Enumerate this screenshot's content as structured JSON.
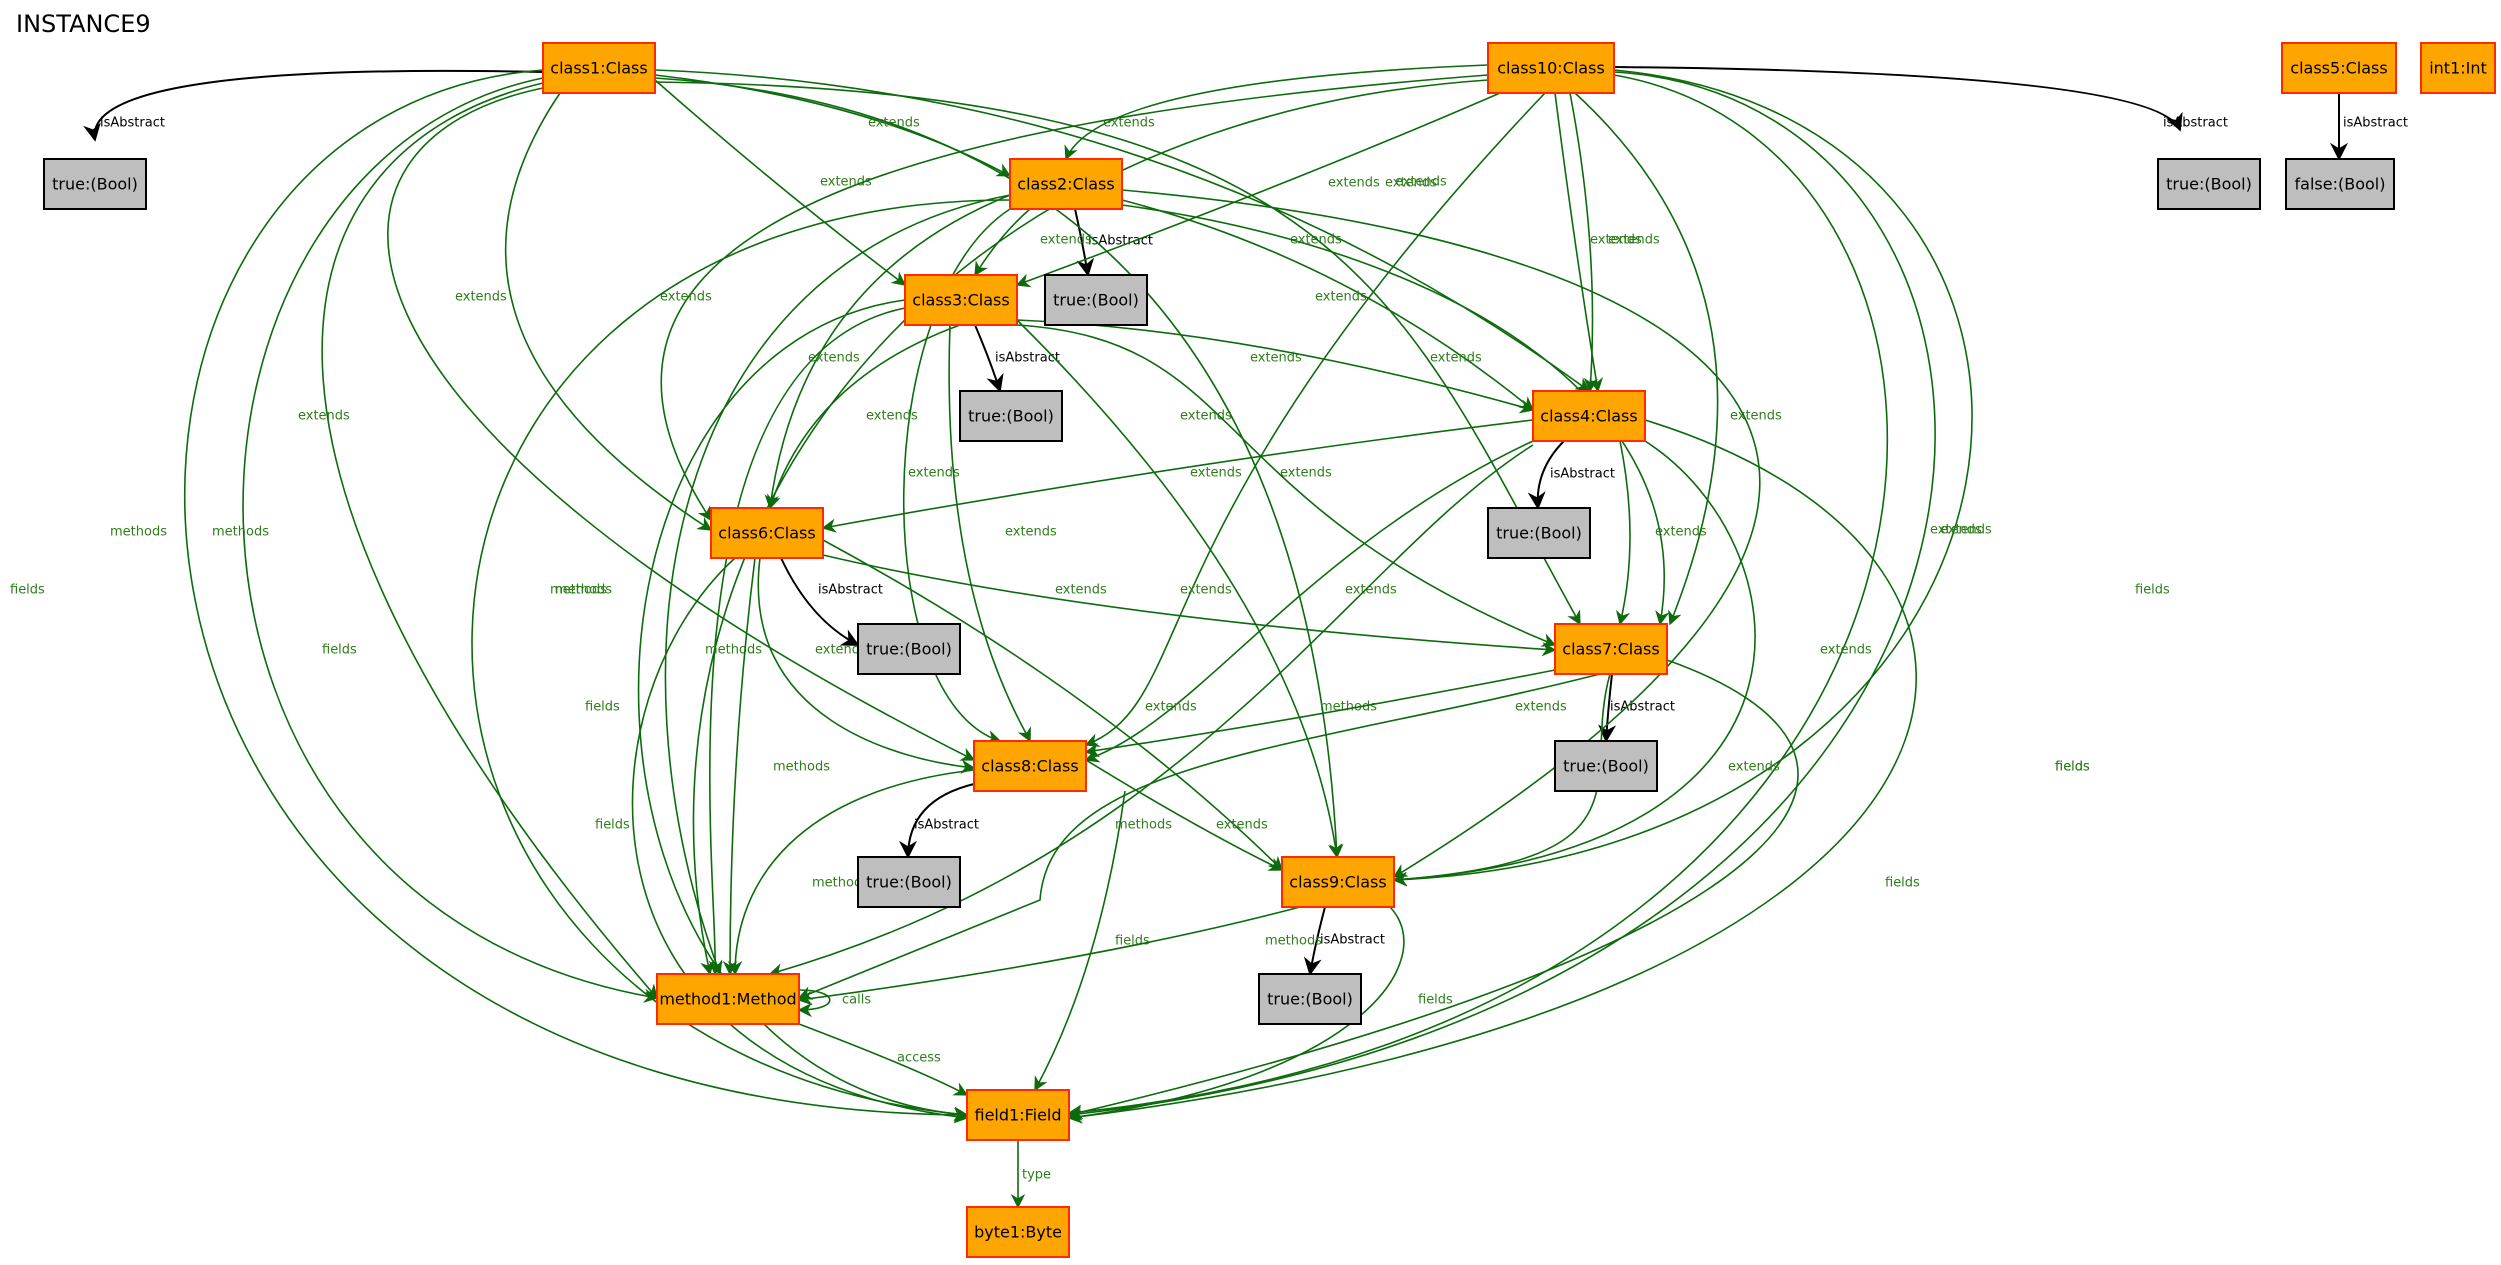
{
  "title": "INSTANCE9",
  "colors": {
    "class_fill": "#FFA500",
    "class_stroke": "#FF2A00",
    "value_fill": "#BEBEBE",
    "value_stroke": "#000000",
    "edge_green": "#0D6B0D",
    "label_green": "#2E7D1A",
    "edge_black": "#000000"
  },
  "nodes": [
    {
      "id": "class1",
      "label": "class1:Class",
      "kind": "class"
    },
    {
      "id": "class10",
      "label": "class10:Class",
      "kind": "class"
    },
    {
      "id": "class5",
      "label": "class5:Class",
      "kind": "class"
    },
    {
      "id": "int1",
      "label": "int1:Int",
      "kind": "class"
    },
    {
      "id": "b_c1",
      "label": "true:(Bool)",
      "kind": "value"
    },
    {
      "id": "class2",
      "label": "class2:Class",
      "kind": "class"
    },
    {
      "id": "b_c10",
      "label": "true:(Bool)",
      "kind": "value"
    },
    {
      "id": "b_c5",
      "label": "false:(Bool)",
      "kind": "value"
    },
    {
      "id": "class3",
      "label": "class3:Class",
      "kind": "class"
    },
    {
      "id": "b_c2",
      "label": "true:(Bool)",
      "kind": "value"
    },
    {
      "id": "b_c3",
      "label": "true:(Bool)",
      "kind": "value"
    },
    {
      "id": "class4",
      "label": "class4:Class",
      "kind": "class"
    },
    {
      "id": "b_c4",
      "label": "true:(Bool)",
      "kind": "value"
    },
    {
      "id": "class6",
      "label": "class6:Class",
      "kind": "class"
    },
    {
      "id": "b_c6",
      "label": "true:(Bool)",
      "kind": "value"
    },
    {
      "id": "class7",
      "label": "class7:Class",
      "kind": "class"
    },
    {
      "id": "class8",
      "label": "class8:Class",
      "kind": "class"
    },
    {
      "id": "b_c7",
      "label": "true:(Bool)",
      "kind": "value"
    },
    {
      "id": "b_c8",
      "label": "true:(Bool)",
      "kind": "value"
    },
    {
      "id": "class9",
      "label": "class9:Class",
      "kind": "class"
    },
    {
      "id": "b_c9",
      "label": "true:(Bool)",
      "kind": "value"
    },
    {
      "id": "method1",
      "label": "method1:Method",
      "kind": "class"
    },
    {
      "id": "field1",
      "label": "field1:Field",
      "kind": "class"
    },
    {
      "id": "byte1",
      "label": "byte1:Byte",
      "kind": "class"
    }
  ],
  "edges": [
    {
      "from": "class1",
      "to": "b_c1",
      "label": "isAbstract"
    },
    {
      "from": "class10",
      "to": "b_c10",
      "label": "isAbstract"
    },
    {
      "from": "class5",
      "to": "b_c5",
      "label": "isAbstract"
    },
    {
      "from": "class2",
      "to": "b_c2",
      "label": "isAbstract"
    },
    {
      "from": "class3",
      "to": "b_c3",
      "label": "isAbstract"
    },
    {
      "from": "class4",
      "to": "b_c4",
      "label": "isAbstract"
    },
    {
      "from": "class6",
      "to": "b_c6",
      "label": "isAbstract"
    },
    {
      "from": "class7",
      "to": "b_c7",
      "label": "isAbstract"
    },
    {
      "from": "class8",
      "to": "b_c8",
      "label": "isAbstract"
    },
    {
      "from": "class9",
      "to": "b_c9",
      "label": "isAbstract"
    },
    {
      "from": "class1",
      "to": "class2",
      "label": "extends"
    },
    {
      "from": "class1",
      "to": "class3",
      "label": "extends"
    },
    {
      "from": "class1",
      "to": "class6",
      "label": "extends"
    },
    {
      "from": "class1",
      "to": "class8",
      "label": "extends"
    },
    {
      "from": "class1",
      "to": "class4",
      "label": "extends"
    },
    {
      "from": "class1",
      "to": "class7",
      "label": "extends"
    },
    {
      "from": "class1",
      "to": "class9",
      "label": "extends"
    },
    {
      "from": "class1",
      "to": "method1",
      "label": "methods"
    },
    {
      "from": "class1",
      "to": "method1",
      "label": "methods"
    },
    {
      "from": "class1",
      "to": "field1",
      "label": "fields"
    },
    {
      "from": "class10",
      "to": "class2",
      "label": "extends"
    },
    {
      "from": "class10",
      "to": "class3",
      "label": "extends"
    },
    {
      "from": "class10",
      "to": "class6",
      "label": "extends"
    },
    {
      "from": "class10",
      "to": "class4",
      "label": "extends"
    },
    {
      "from": "class10",
      "to": "class4",
      "label": "extends"
    },
    {
      "from": "class10",
      "to": "class8",
      "label": "extends"
    },
    {
      "from": "class10",
      "to": "class7",
      "label": "extends"
    },
    {
      "from": "class10",
      "to": "class9",
      "label": "extends"
    },
    {
      "from": "class10",
      "to": "method1",
      "label": "methods"
    },
    {
      "from": "class10",
      "to": "field1",
      "label": "fields"
    },
    {
      "from": "class10",
      "to": "field1",
      "label": "fields"
    },
    {
      "from": "class2",
      "to": "class3",
      "label": "extends"
    },
    {
      "from": "class2",
      "to": "class6",
      "label": "extends"
    },
    {
      "from": "class2",
      "to": "class4",
      "label": "extends"
    },
    {
      "from": "class2",
      "to": "class7",
      "label": "extends"
    },
    {
      "from": "class2",
      "to": "class8",
      "label": "extends"
    },
    {
      "from": "class2",
      "to": "class9",
      "label": "extends"
    },
    {
      "from": "class2",
      "to": "method1",
      "label": "methods"
    },
    {
      "from": "class2",
      "to": "field1",
      "label": "fields"
    },
    {
      "from": "class3",
      "to": "class4",
      "label": "extends"
    },
    {
      "from": "class3",
      "to": "class6",
      "label": "extends"
    },
    {
      "from": "class3",
      "to": "class7",
      "label": "extends"
    },
    {
      "from": "class3",
      "to": "class8",
      "label": "extends"
    },
    {
      "from": "class3",
      "to": "class9",
      "label": "extends"
    },
    {
      "from": "class3",
      "to": "method1",
      "label": "methods"
    },
    {
      "from": "class3",
      "to": "field1",
      "label": "fields"
    },
    {
      "from": "class4",
      "to": "class6",
      "label": "extends"
    },
    {
      "from": "class4",
      "to": "class7",
      "label": "extends"
    },
    {
      "from": "class4",
      "to": "class8",
      "label": "extends"
    },
    {
      "from": "class4",
      "to": "class9",
      "label": "extends"
    },
    {
      "from": "class4",
      "to": "method1",
      "label": "methods"
    },
    {
      "from": "class4",
      "to": "field1",
      "label": "fields"
    },
    {
      "from": "class6",
      "to": "class7",
      "label": "extends"
    },
    {
      "from": "class6",
      "to": "class8",
      "label": "extends"
    },
    {
      "from": "class6",
      "to": "class9",
      "label": "extends"
    },
    {
      "from": "class6",
      "to": "method1",
      "label": "methods"
    },
    {
      "from": "class6",
      "to": "field1",
      "label": "fields"
    },
    {
      "from": "class7",
      "to": "class8",
      "label": "extends"
    },
    {
      "from": "class7",
      "to": "class9",
      "label": "extends"
    },
    {
      "from": "class7",
      "to": "method1",
      "label": "methods"
    },
    {
      "from": "class7",
      "to": "field1",
      "label": "fields"
    },
    {
      "from": "class8",
      "to": "class9",
      "label": "extends"
    },
    {
      "from": "class8",
      "to": "method1",
      "label": "methods"
    },
    {
      "from": "class8",
      "to": "field1",
      "label": "fields"
    },
    {
      "from": "class9",
      "to": "method1",
      "label": "methods"
    },
    {
      "from": "class9",
      "to": "field1",
      "label": "fields"
    },
    {
      "from": "method1",
      "to": "method1",
      "label": "calls"
    },
    {
      "from": "method1",
      "to": "field1",
      "label": "access"
    },
    {
      "from": "field1",
      "to": "byte1",
      "label": "type"
    }
  ]
}
